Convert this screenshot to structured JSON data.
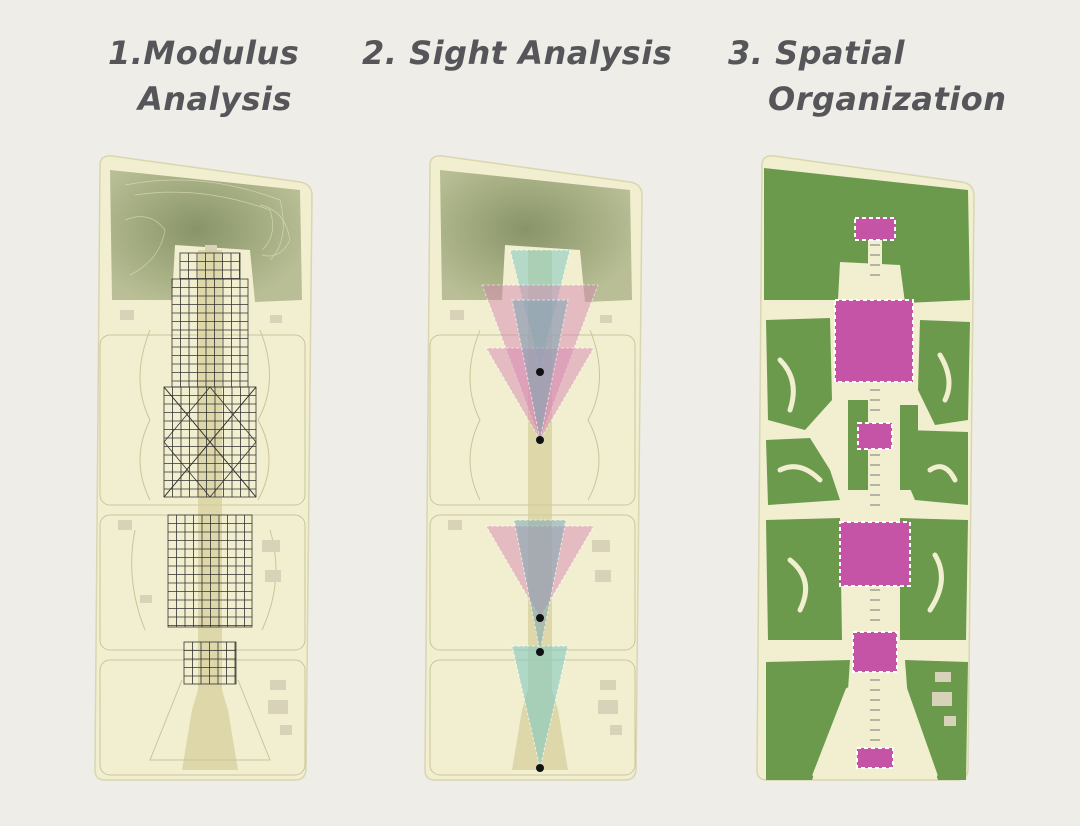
{
  "panels": [
    {
      "line1": "1.Modulus",
      "line2": "Analysis"
    },
    {
      "line1": "2. Sight Analysis",
      "line2": ""
    },
    {
      "line1": "3. Spatial",
      "line2": "Organization"
    }
  ],
  "colors": {
    "background": "#eeede7",
    "site": "#f1efd0",
    "hill": "#97a074",
    "axis": "#d6cf9c",
    "grid": "#333333",
    "sight_pink": "#d889b4",
    "sight_blue": "#7aa8b4",
    "sight_teal": "#84c9c0",
    "green_space": "#6b9a4d",
    "plaza": "#c553a6"
  },
  "viewpoints": 5
}
